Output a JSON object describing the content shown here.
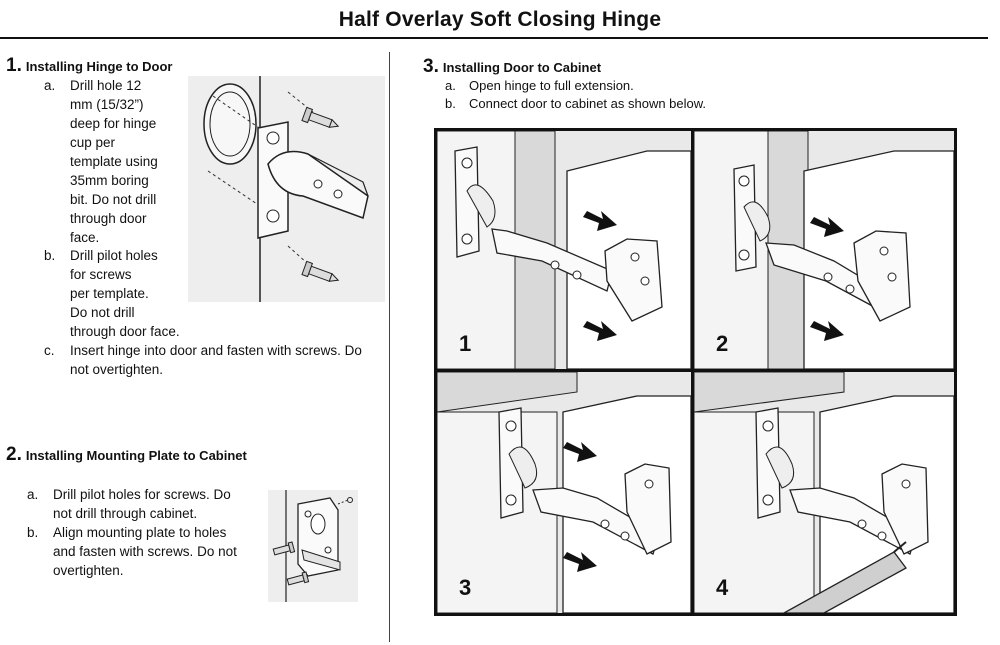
{
  "title": "Half Overlay Soft Closing Hinge",
  "sections": {
    "s1": {
      "number": "1.",
      "heading": "Installing Hinge to Door",
      "items": [
        {
          "marker": "a.",
          "text": [
            "Drill hole 12",
            "mm (15/32”)",
            "deep for hinge",
            "cup per",
            "template using",
            "35mm boring",
            "bit. Do not drill",
            "through door",
            "face."
          ]
        },
        {
          "marker": "b.",
          "text": [
            "Drill pilot holes",
            "for screws",
            "per template.",
            "Do not drill",
            "through door face."
          ]
        },
        {
          "marker": "c.",
          "text": [
            "Insert hinge into door and fasten with screws. Do",
            "not overtighten."
          ]
        }
      ]
    },
    "s2": {
      "number": "2.",
      "heading": "Installing Mounting Plate to Cabinet",
      "items": [
        {
          "marker": "a.",
          "text": [
            "Drill pilot holes for screws. Do",
            "not drill through cabinet."
          ]
        },
        {
          "marker": "b.",
          "text": [
            "Align mounting plate to holes",
            "and fasten with screws. Do not",
            "overtighten."
          ]
        }
      ]
    },
    "s3": {
      "number": "3.",
      "heading": "Installing Door to Cabinet",
      "items": [
        {
          "marker": "a.",
          "text": [
            "Open hinge to full extension."
          ]
        },
        {
          "marker": "b.",
          "text": [
            "Connect door to cabinet as shown below."
          ]
        }
      ]
    }
  },
  "panels": [
    "1",
    "2",
    "3",
    "4"
  ]
}
